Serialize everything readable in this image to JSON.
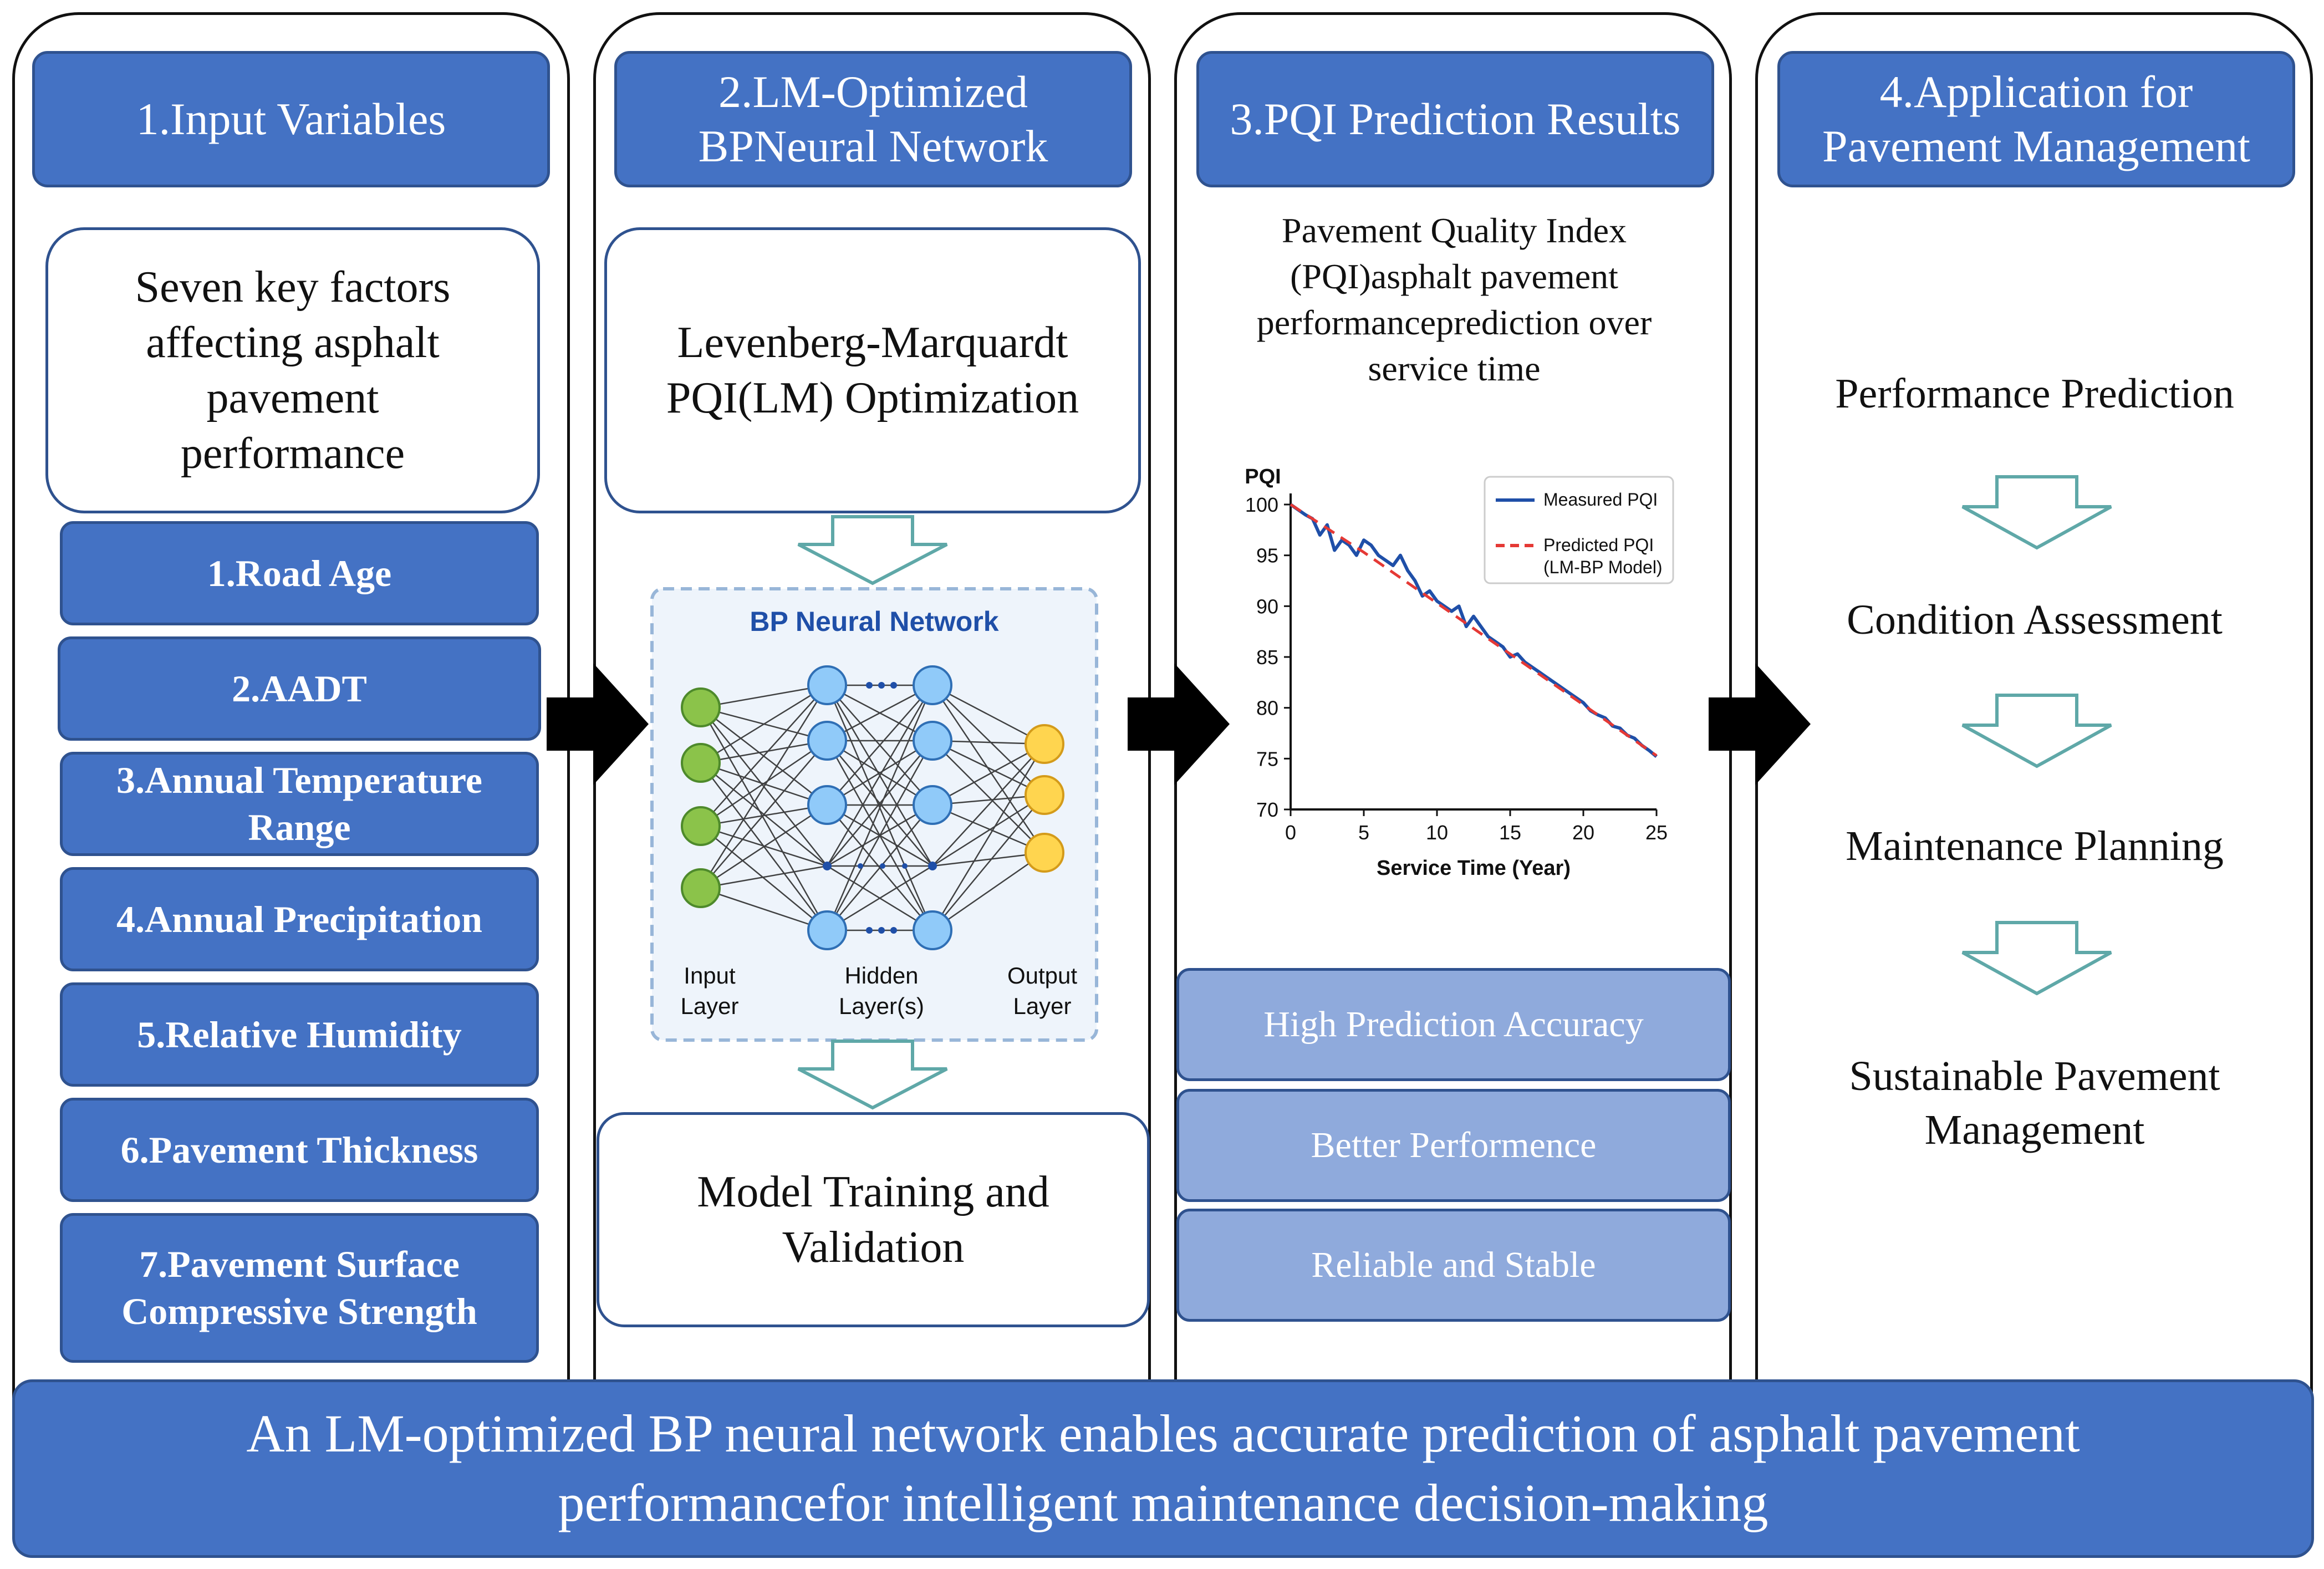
{
  "columns": [
    {
      "title": "1.Input Variables"
    },
    {
      "title": "2.LM-Optimized\nBPNeural Network"
    },
    {
      "title": "3.PQI Prediction Results"
    },
    {
      "title": "4.Application for\nPavement Management"
    }
  ],
  "input_variables": {
    "summary": "Seven key factors\naffecting asphalt\npavement\nperformance",
    "factors": [
      "1.Road Age",
      "2.AADT",
      "3.Annual Temperature\nRange",
      "4.Annual Precipitation",
      "5.Relative Humidity",
      "6.Pavement Thickness",
      "7.Pavement Surface\nCompressive Strength"
    ]
  },
  "network": {
    "optimization_box": "Levenberg-Marquardt\nPQI(LM) Optimization",
    "diagram_title": "BP Neural Network",
    "layer_labels": [
      "Input\nLayer",
      "Hidden\nLayer(s)",
      "Output\nLayer"
    ],
    "training_box": "Model Training and\nValidation",
    "colors": {
      "input_node": "#8BC34A",
      "hidden_node": "#90CAF9",
      "output_node": "#FFD54F"
    }
  },
  "results": {
    "description": "Pavement Quality Index\n(PQI)asphalt pavement\nperformanceprediction over\nservice time",
    "highlights": [
      "High Prediction Accuracy",
      "Better Performence",
      "Reliable and Stable"
    ]
  },
  "chart_data": {
    "type": "line",
    "title": "",
    "xlabel": "Service Time (Year)",
    "ylabel": "PQI",
    "xlim": [
      0,
      25
    ],
    "ylim": [
      70,
      100
    ],
    "xticks": [
      0,
      5,
      10,
      15,
      20,
      25
    ],
    "yticks": [
      70,
      75,
      80,
      85,
      90,
      95,
      100
    ],
    "legend_position": "top-right",
    "series": [
      {
        "name": "Measured PQI",
        "color": "#1F4FA8",
        "style": "solid",
        "x": [
          0,
          1,
          1.5,
          2,
          2.5,
          3,
          3.5,
          4,
          4.5,
          5,
          5.5,
          6,
          6.5,
          7,
          7.5,
          8,
          8.5,
          9,
          9.5,
          10,
          10.5,
          11,
          11.5,
          12,
          12.5,
          13,
          13.5,
          14,
          14.5,
          15,
          15.5,
          16,
          16.5,
          17,
          17.5,
          18,
          18.5,
          19,
          19.5,
          20,
          20.5,
          21,
          21.5,
          22,
          22.5,
          23,
          23.5,
          24,
          24.5,
          25
        ],
        "y": [
          100,
          99,
          98.6,
          97,
          98,
          95.5,
          96.5,
          96,
          95,
          96.5,
          96,
          95,
          94.5,
          94,
          95,
          93.5,
          92.5,
          91,
          91.5,
          90.5,
          90,
          89.5,
          90,
          88,
          89,
          88,
          87,
          86.5,
          86,
          85,
          85.3,
          84.5,
          84,
          83.5,
          83,
          82.5,
          82,
          81.5,
          81,
          80.5,
          79.7,
          79.3,
          79,
          78.2,
          78,
          77.3,
          77,
          76.3,
          75.8,
          75.2
        ]
      },
      {
        "name": "Predicted PQI\n(LM-BP Model)",
        "color": "#E53935",
        "style": "dashed",
        "x": [
          0,
          5,
          10,
          15,
          20,
          25
        ],
        "y": [
          100,
          95.3,
          90.3,
          85.3,
          80.3,
          75.3
        ]
      }
    ]
  },
  "application": {
    "steps": [
      "Performance Prediction",
      "Condition Assessment",
      "Maintenance Planning",
      "Sustainable Pavement\nManagement"
    ]
  },
  "footer": "An LM-optimized BP neural network enables accurate prediction of asphalt pavement\nperformancefor intelligent maintenance decision-making"
}
